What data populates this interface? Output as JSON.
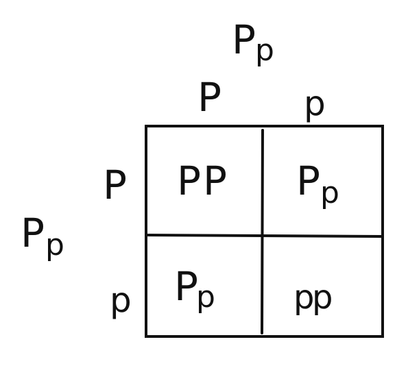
{
  "parent_top": {
    "big": "P",
    "small": "p"
  },
  "parent_left": {
    "big": "P",
    "small": "p"
  },
  "top_alleles": [
    "P",
    "p"
  ],
  "left_alleles": [
    "P",
    "p"
  ],
  "cells": [
    [
      {
        "big": "P",
        "small": "P"
      },
      {
        "big": "P",
        "small": "p"
      }
    ],
    [
      {
        "big": "P",
        "small": "p"
      },
      {
        "big": "p",
        "small": "p"
      }
    ]
  ],
  "colors": {
    "ink": "#111111",
    "background": "#ffffff"
  }
}
